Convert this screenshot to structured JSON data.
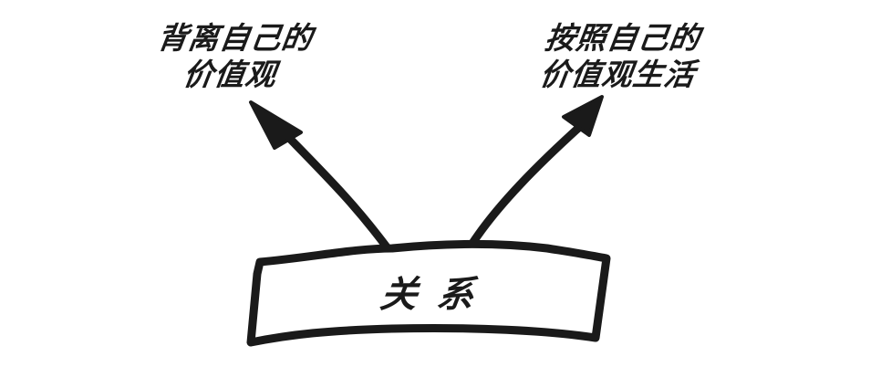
{
  "diagram": {
    "left_option": {
      "line1": "背离自己的",
      "line2": "价值观"
    },
    "right_option": {
      "line1": "按照自己的",
      "line2": "价值观生活"
    },
    "base": {
      "label": "关系"
    },
    "colors": {
      "ink": "#1a1a1a",
      "background": "#ffffff"
    }
  }
}
